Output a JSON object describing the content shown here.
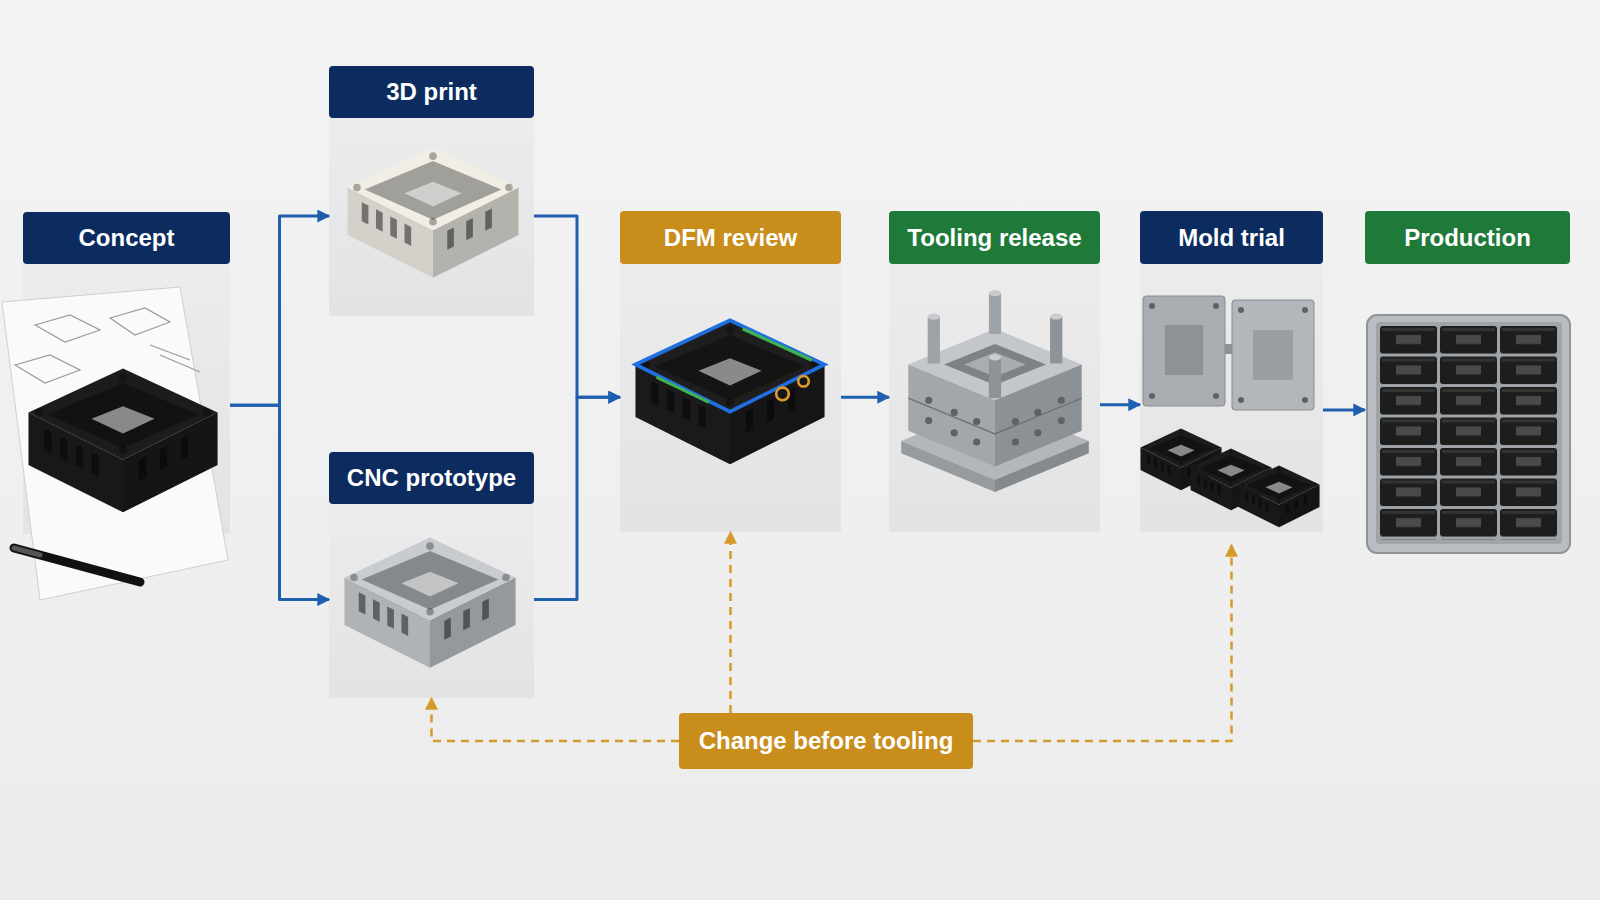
{
  "diagram": {
    "nodes": [
      {
        "text": [
          "Concept"
        ]
      },
      {
        "text": [
          "3D print"
        ]
      },
      {
        "text": [
          "CNC prototype"
        ]
      },
      {
        "text": [
          "DFM review"
        ]
      },
      {
        "text": [
          "Tooling release"
        ]
      },
      {
        "text": [
          "Mold trial"
        ]
      },
      {
        "text": [
          "Production"
        ]
      },
      {
        "text": [
          "Change before tooling"
        ]
      }
    ],
    "edges": [
      {
        "from": 0,
        "to": 1,
        "arrow": "to"
      },
      {
        "from": 0,
        "to": 2,
        "arrow": "to"
      },
      {
        "from": 1,
        "to": 3,
        "arrow": "to"
      },
      {
        "from": 2,
        "to": 3,
        "arrow": "to"
      },
      {
        "from": 3,
        "to": 4,
        "arrow": "to"
      },
      {
        "from": 4,
        "to": 5,
        "arrow": "to"
      },
      {
        "from": 5,
        "to": 6,
        "arrow": "to"
      },
      {
        "from": 7,
        "to": 2,
        "arrow": "to"
      },
      {
        "from": 7,
        "to": 3,
        "arrow": "to"
      },
      {
        "from": 7,
        "to": 5,
        "arrow": "to"
      }
    ]
  }
}
